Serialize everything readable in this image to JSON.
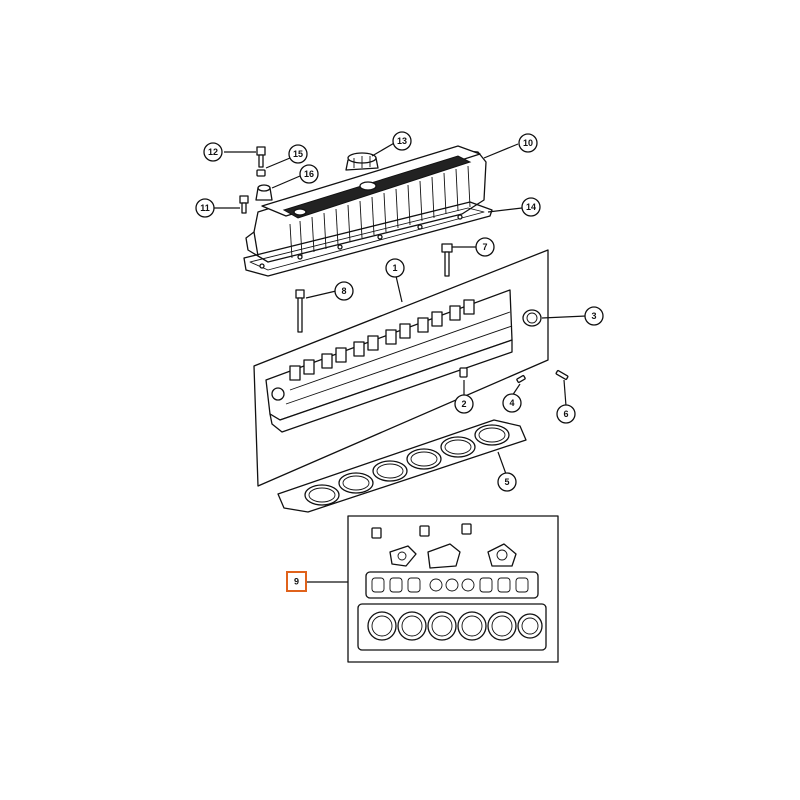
{
  "callouts": [
    {
      "id": "c1",
      "label": "1"
    },
    {
      "id": "c2",
      "label": "2"
    },
    {
      "id": "c3",
      "label": "3"
    },
    {
      "id": "c4",
      "label": "4"
    },
    {
      "id": "c5",
      "label": "5"
    },
    {
      "id": "c6",
      "label": "6"
    },
    {
      "id": "c7",
      "label": "7"
    },
    {
      "id": "c8",
      "label": "8"
    },
    {
      "id": "c9",
      "label": "9",
      "highlighted": true
    },
    {
      "id": "c10",
      "label": "10"
    },
    {
      "id": "c11",
      "label": "11"
    },
    {
      "id": "c12",
      "label": "12"
    },
    {
      "id": "c13",
      "label": "13"
    },
    {
      "id": "c14",
      "label": "14"
    },
    {
      "id": "c15",
      "label": "15"
    },
    {
      "id": "c16",
      "label": "16"
    }
  ],
  "colors": {
    "line": "#111111",
    "background": "#ffffff",
    "highlight": "#e0621b"
  }
}
